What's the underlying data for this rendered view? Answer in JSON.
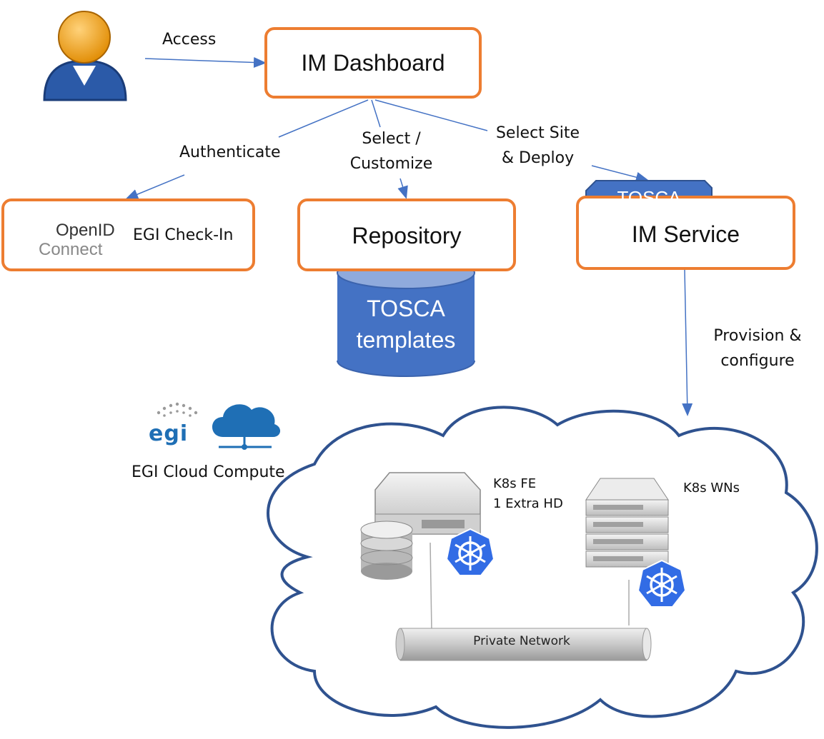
{
  "colors": {
    "accent_border": "#ED7D31",
    "tosca_blue": "#4472C4",
    "line_blue": "#4472C4",
    "k8s_blue": "#326CE5"
  },
  "edges": {
    "access": "Access",
    "authenticate": "Authenticate",
    "select_line1": "Select /",
    "select_line2": "Customize",
    "deploy_line1": "Select Site",
    "deploy_line2": "& Deploy",
    "provision_line1": "Provision &",
    "provision_line2": "configure"
  },
  "nodes": {
    "dashboard": "IM Dashboard",
    "checkin": "EGI Check-In",
    "openid_line1": "OpenID",
    "openid_line2": "Connect",
    "repository": "Repository",
    "templates_line1": "TOSCA",
    "templates_line2": "templates",
    "im_service": "IM Service",
    "tosca_tag": "TOSCA"
  },
  "cloud": {
    "egi_logo": "egi",
    "caption": "EGI Cloud Compute",
    "fe_line1": "K8s FE",
    "fe_line2": "1 Extra HD",
    "wn_label": "K8s WNs",
    "network": "Private Network"
  },
  "icons": [
    "user-icon",
    "openid-icon",
    "database-icon",
    "server-icon",
    "kubernetes-icon",
    "cloud-upload-icon",
    "egi-logo"
  ]
}
